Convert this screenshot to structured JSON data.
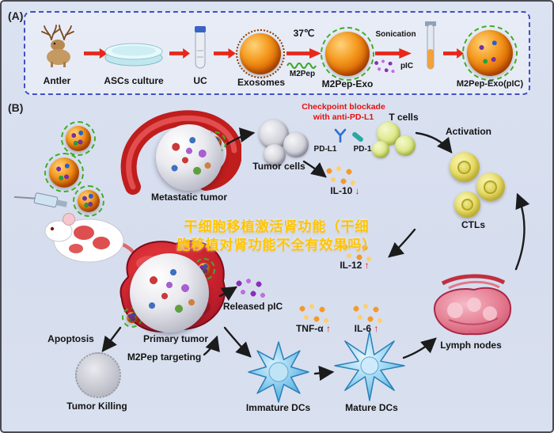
{
  "colors": {
    "arrow_red": "#e8271a",
    "checkpoint_red": "#e8100c",
    "watermark_yellow": "#ffc400",
    "panel_border_blue": "#3f51c6"
  },
  "panelA": {
    "label": "(A)",
    "items": [
      {
        "id": "antler",
        "label": "Antler"
      },
      {
        "id": "ascs_culture",
        "label": "ASCs culture"
      },
      {
        "id": "uc",
        "label": "UC"
      },
      {
        "id": "exosomes",
        "label": "Exosomes"
      },
      {
        "id": "m2pep_exo",
        "label": "M2Pep-Exo"
      },
      {
        "id": "m2pep_exo_pic",
        "label": "M2Pep-Exo(pIC)"
      }
    ],
    "annotations": {
      "temperature": "37℃",
      "m2pep": "M2Pep",
      "sonication": "Sonication",
      "pic": "pIC"
    }
  },
  "panelB": {
    "label": "(B)",
    "checkpoint_line1": "Checkpoint blockade",
    "checkpoint_line2": "with anti-PD-L1",
    "t_cells": "T cells",
    "tumor_cells": "Tumor cells",
    "pd_l1": "PD-L1",
    "pd_1": "PD-1",
    "activation": "Activation",
    "metastatic_tumor": "Metastatic tumor",
    "il10": "IL-10",
    "il10_arrow": "↓",
    "ctls": "CTLs",
    "il12": "IL-12",
    "il12_arrow": "↑",
    "released_pic": "Released pIC",
    "tnf": "TNF-α",
    "tnf_arrow": "↑",
    "il6": "IL-6",
    "il6_arrow": "↑",
    "lymph_nodes": "Lymph nodes",
    "apoptosis": "Apoptosis",
    "primary_tumor": "Primary tumor",
    "m2pep_targeting": "M2Pep targeting",
    "tumor_killing": "Tumor Killing",
    "immature_dcs": "Immature DCs",
    "mature_dcs": "Mature DCs"
  },
  "watermark": {
    "line1": "干细胞移植激活肾功能（干细",
    "line2": "胞移植对肾功能不全有效果吗）"
  }
}
